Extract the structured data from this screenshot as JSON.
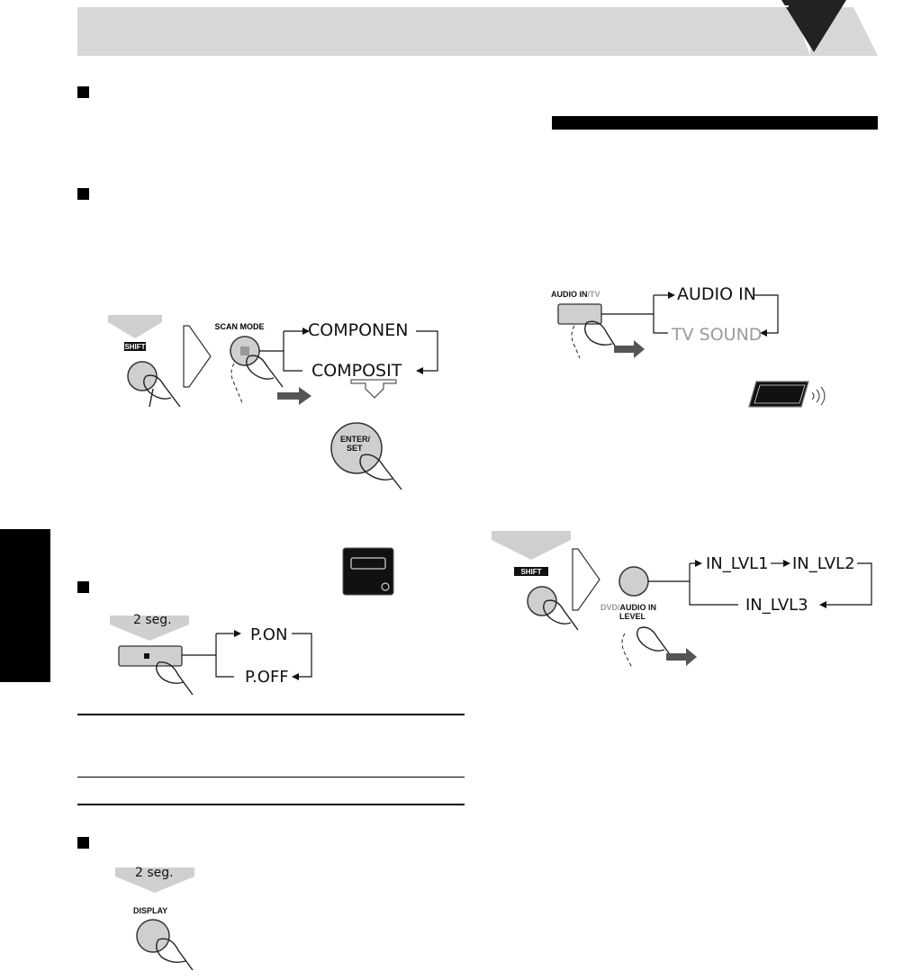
{
  "header": {
    "band_color": "#d7d7d7",
    "corner_icon": "triangle-down-icon"
  },
  "left": {
    "scan_mode": {
      "shift_key": "SHIFT",
      "button_label": "SCAN MODE",
      "options": [
        "COMPONEN",
        "COMPOSIT"
      ],
      "enter_label_line1": "ENTER/",
      "enter_label_line2": "SET"
    },
    "power_indicator": {
      "hold_time": "2 seg.",
      "options": [
        "P.ON",
        "P.OFF"
      ]
    },
    "display": {
      "hold_time": "2 seg.",
      "button_label": "DISPLAY"
    }
  },
  "right": {
    "audio_in": {
      "button_label_1": "AUDIO IN",
      "button_label_2": "/TV",
      "options": [
        "AUDIO IN",
        "TV SOUND"
      ]
    },
    "level": {
      "shift_key": "SHIFT",
      "button_label_1": "DVD/",
      "button_label_2": "AUDIO IN",
      "button_label_3": "LEVEL",
      "options": [
        "IN_LVL1",
        "IN_LVL2",
        "IN_LVL3"
      ]
    }
  },
  "colors": {
    "button_gray": "#cfcfcf",
    "dim_text": "#9a9a9a",
    "arrow_gray": "#555555"
  }
}
